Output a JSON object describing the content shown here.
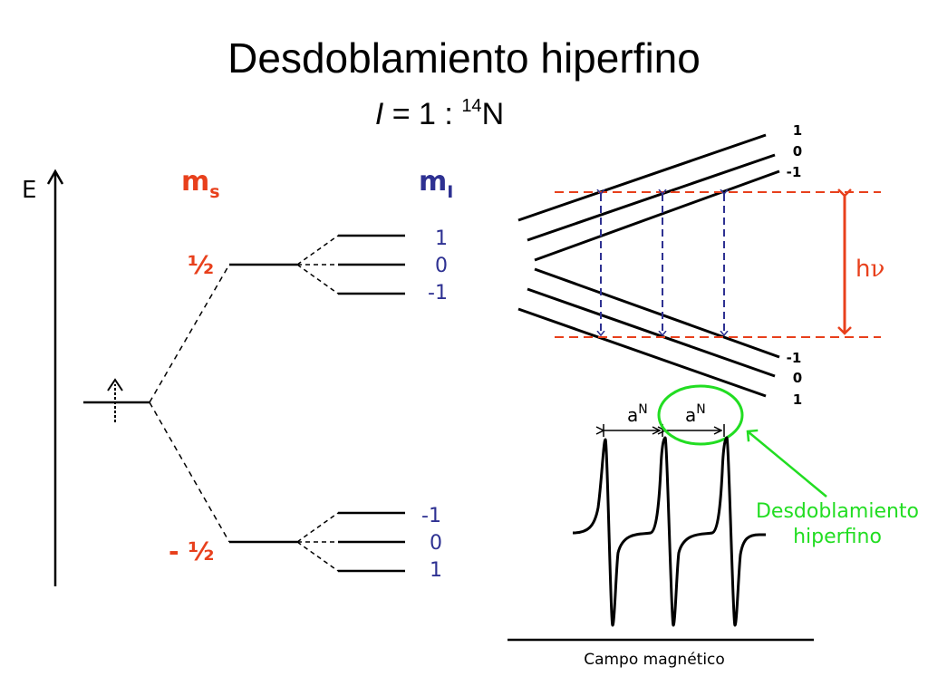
{
  "title": "Desdoblamiento hiperfino",
  "subtitle": {
    "var": "I",
    "eq": " = 1 : ",
    "sup": "14",
    "element": "N"
  },
  "energy_axis_label": "E",
  "ms_label": {
    "base": "m",
    "sub": "s"
  },
  "mi_label": {
    "base": "m",
    "sub": "I"
  },
  "ms_values": {
    "upper": "½",
    "lower": "- ½"
  },
  "upper_mi_values": [
    "1",
    "0",
    "-1"
  ],
  "lower_mi_values": [
    "-1",
    "0",
    "1"
  ],
  "right_upper_mi_values": [
    "1",
    "0",
    "-1"
  ],
  "right_lower_mi_values": [
    "-1",
    "0",
    "1"
  ],
  "photon_label": {
    "h": "h",
    "nu": "ν"
  },
  "coupling_label": {
    "base": "a",
    "sup": "N"
  },
  "hyperfine_caption": [
    "Desdoblamiento",
    "hiperfino"
  ],
  "field_axis_label": "Campo magnético",
  "colors": {
    "ms": "#e8401c",
    "mi": "#2e3192",
    "transition": "#2e3192",
    "highlight": "#22dd22",
    "line": "#000000"
  }
}
